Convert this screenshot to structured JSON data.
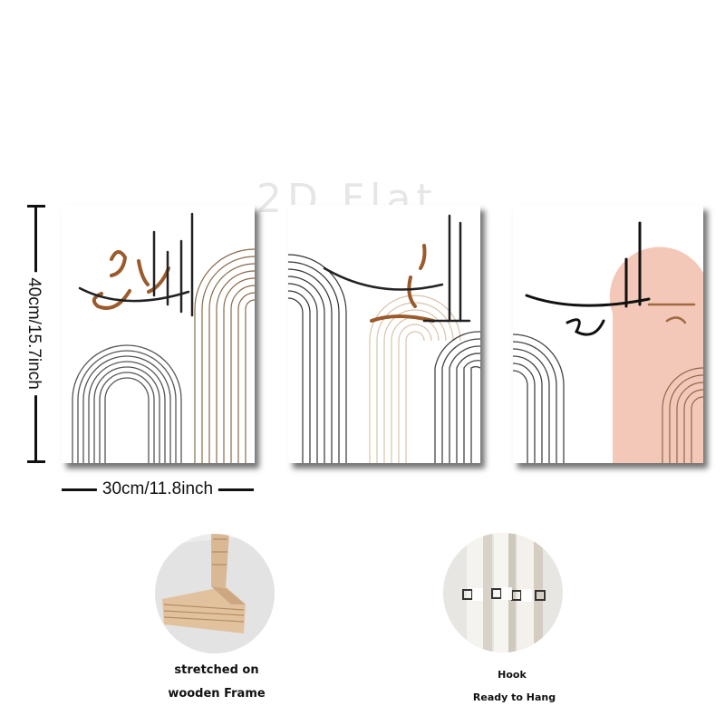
{
  "watermark": "2D Flat",
  "dimensions": {
    "height_label": "40cm/15.7inch",
    "width_label": "30cm/11.8inch"
  },
  "panels": [
    {
      "theme": "black and brown arches with calligraphy"
    },
    {
      "theme": "beige and black arches with calligraphy"
    },
    {
      "theme": "pink arch with black calligraphy"
    }
  ],
  "features": [
    {
      "lines": [
        "stretched on",
        "wooden Frame"
      ]
    },
    {
      "lines": [
        "Hook",
        "Ready to Hang"
      ]
    }
  ],
  "colors": {
    "gold_brown": "#9b5a2b",
    "blush_pink": "#f3c8b8",
    "beige": "#d9c3ab",
    "dark": "#333333"
  }
}
